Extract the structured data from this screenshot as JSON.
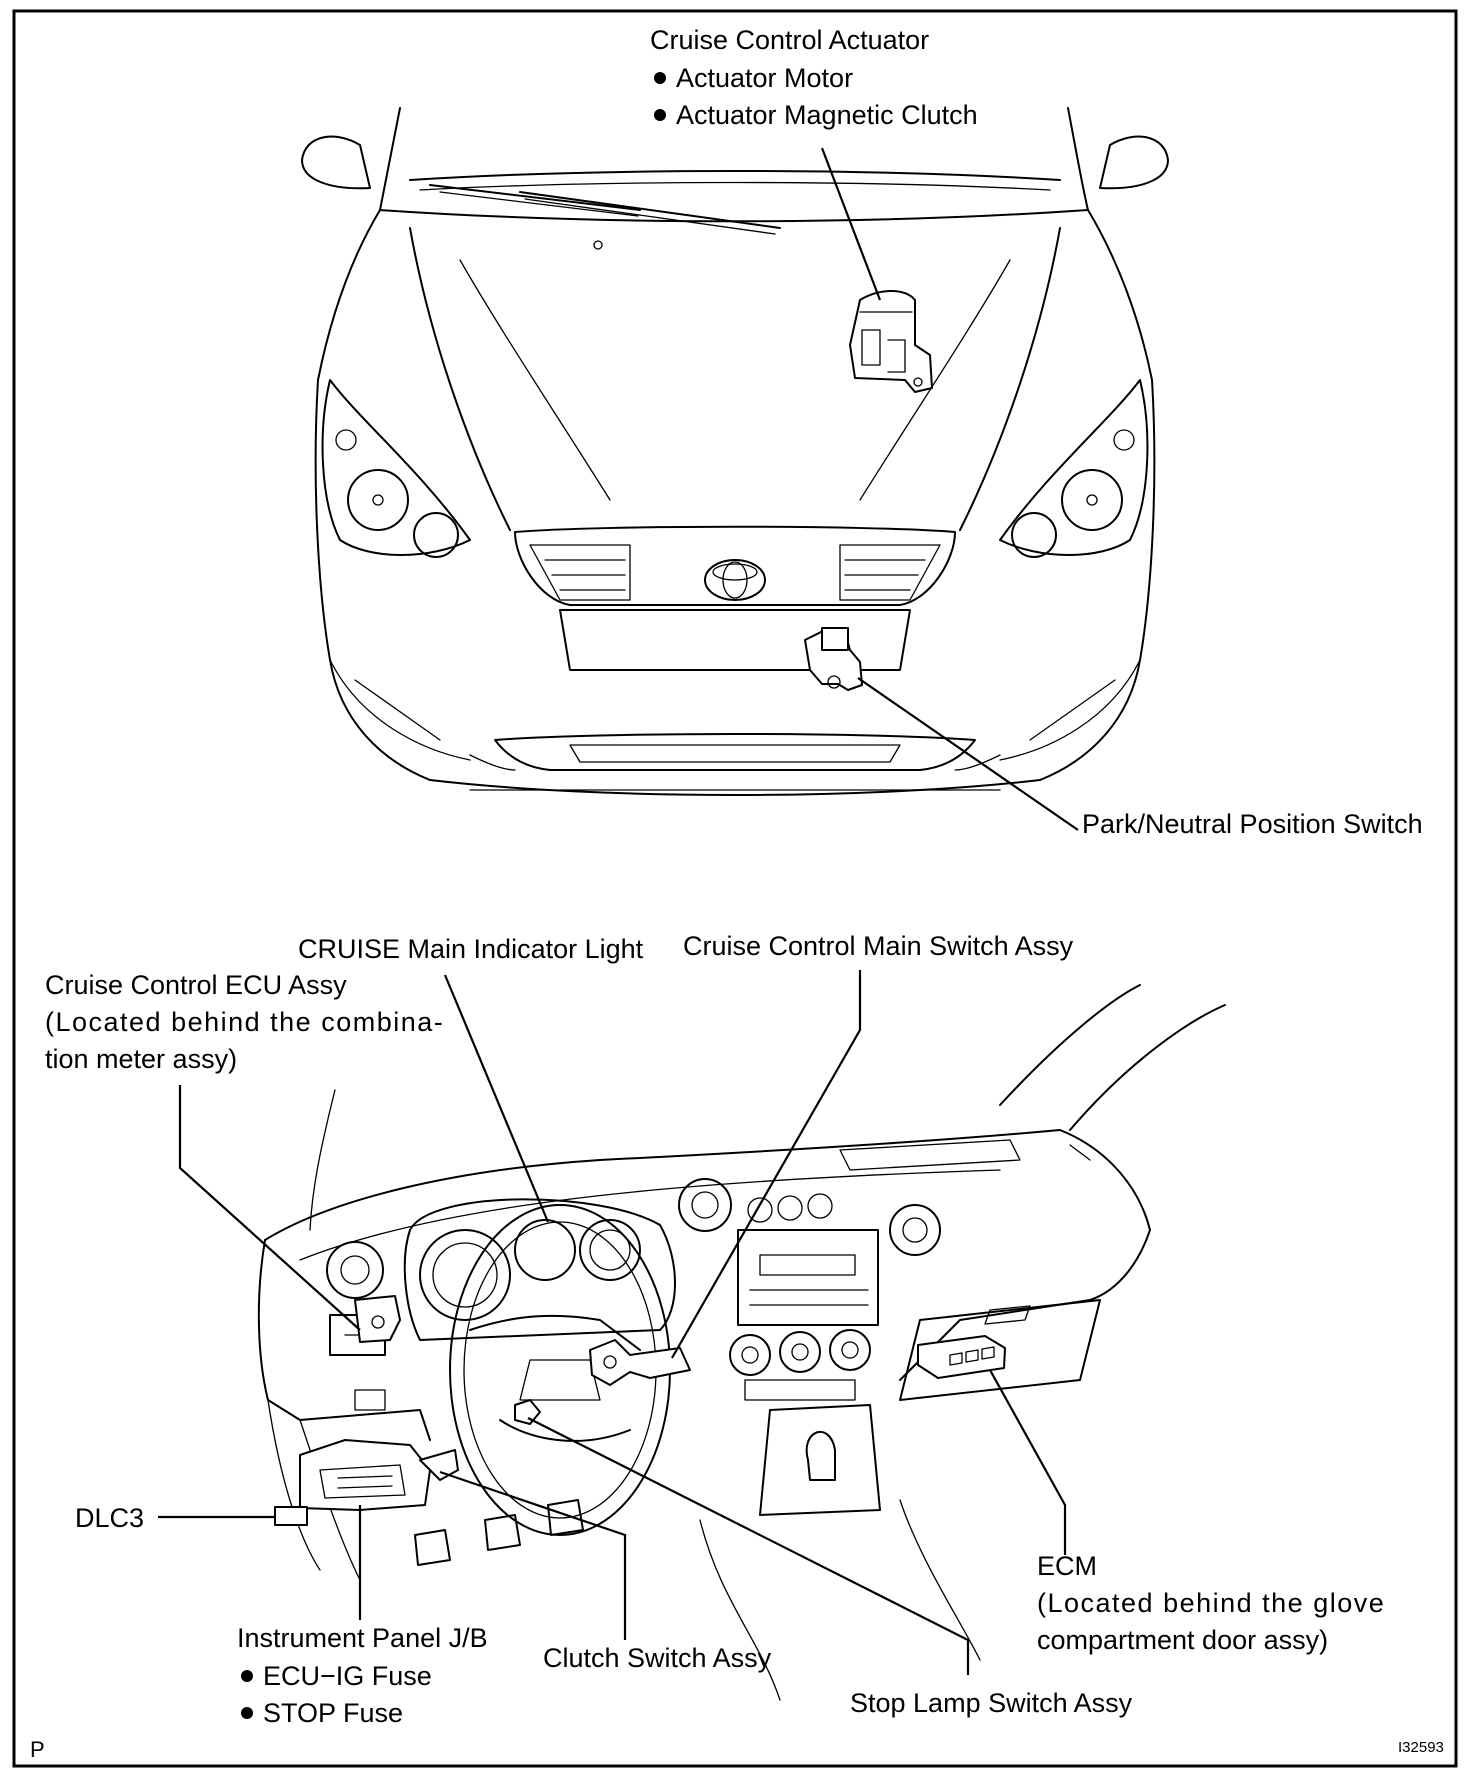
{
  "figure": {
    "corner_left": "P",
    "figure_code": "I32593"
  },
  "labels": {
    "actuator_title": "Cruise Control Actuator",
    "actuator_item1": "Actuator Motor",
    "actuator_item2": "Actuator Magnetic Clutch",
    "park_neutral": "Park/Neutral Position Switch",
    "cruise_indicator": "CRUISE Main Indicator Light",
    "main_switch": "Cruise Control Main Switch Assy",
    "ecu_line1": "Cruise Control ECU Assy",
    "ecu_line2": "(Located behind the combina-",
    "ecu_line3": "tion meter assy)",
    "dlc3": "DLC3",
    "jb_title": "Instrument Panel J/B",
    "jb_item1": "ECU−IG Fuse",
    "jb_item2": "STOP Fuse",
    "clutch": "Clutch Switch Assy",
    "stop_lamp": "Stop Lamp Switch Assy",
    "ecm_title": "ECM",
    "ecm_line2": "(Located behind the glove",
    "ecm_line3": "compartment door assy)"
  },
  "icons": {
    "bullet": "filled-circle"
  }
}
